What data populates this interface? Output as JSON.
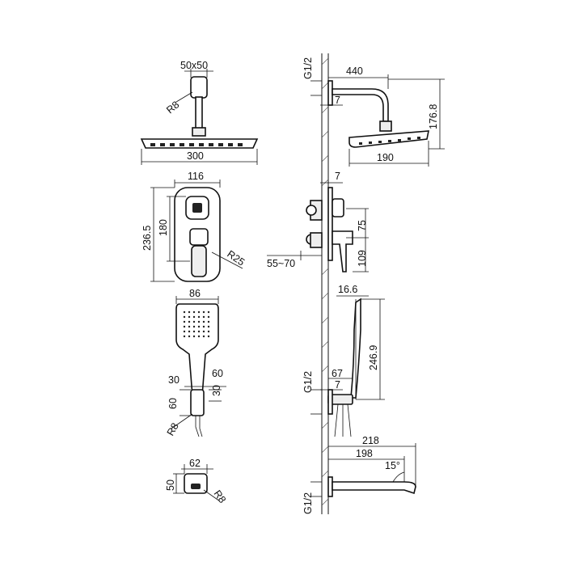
{
  "dimensions": {
    "rain_head_arm": "50x50",
    "arm_radius": "R8",
    "rain_head_width": "300",
    "wall_thread_top": "G1/2",
    "arm_reach": "440",
    "wall_plate_offset_top": "7",
    "shower_height": "176.8",
    "rain_head_depth": "190",
    "mixer_plate_width": "116",
    "mixer_plate_offset": "7",
    "mixer_plate_height": "236.5",
    "mixer_inner_height": "180",
    "mixer_radius": "R25",
    "mixer_upper_offset": "75",
    "mixer_install_depth": "55~70",
    "mixer_lower_offset": "109",
    "hand_shower_width": "86",
    "hand_shower_depth": "16.6",
    "hand_shower_length": "246.9",
    "holder_width_a": "30",
    "holder_width_b": "60",
    "holder_height_a": "30",
    "holder_height_b": "60",
    "holder_radius": "R8",
    "wall_thread_mid": "G1/2",
    "holder_projection": "67",
    "holder_plate_offset": "7",
    "spout_total_length": "218",
    "spout_length": "198",
    "spout_angle": "15°",
    "spout_plate_width": "62",
    "spout_plate_height": "50",
    "spout_radius": "R8",
    "wall_thread_bottom": "G1/2"
  }
}
